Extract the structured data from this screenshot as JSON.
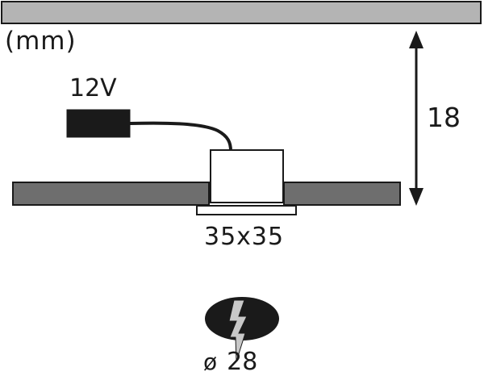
{
  "labels": {
    "unit": "(mm)",
    "voltage": "12V",
    "height": "18",
    "size": "35x35",
    "diameter_symbol": "ø",
    "diameter_value": "28"
  },
  "colors": {
    "ceiling_fill": "#b4b4b4",
    "panel_fill": "#6e6e6e",
    "driver_fill": "#1a1a1a",
    "outline": "#1a1a1a",
    "luminaire_fill": "#ffffff"
  }
}
